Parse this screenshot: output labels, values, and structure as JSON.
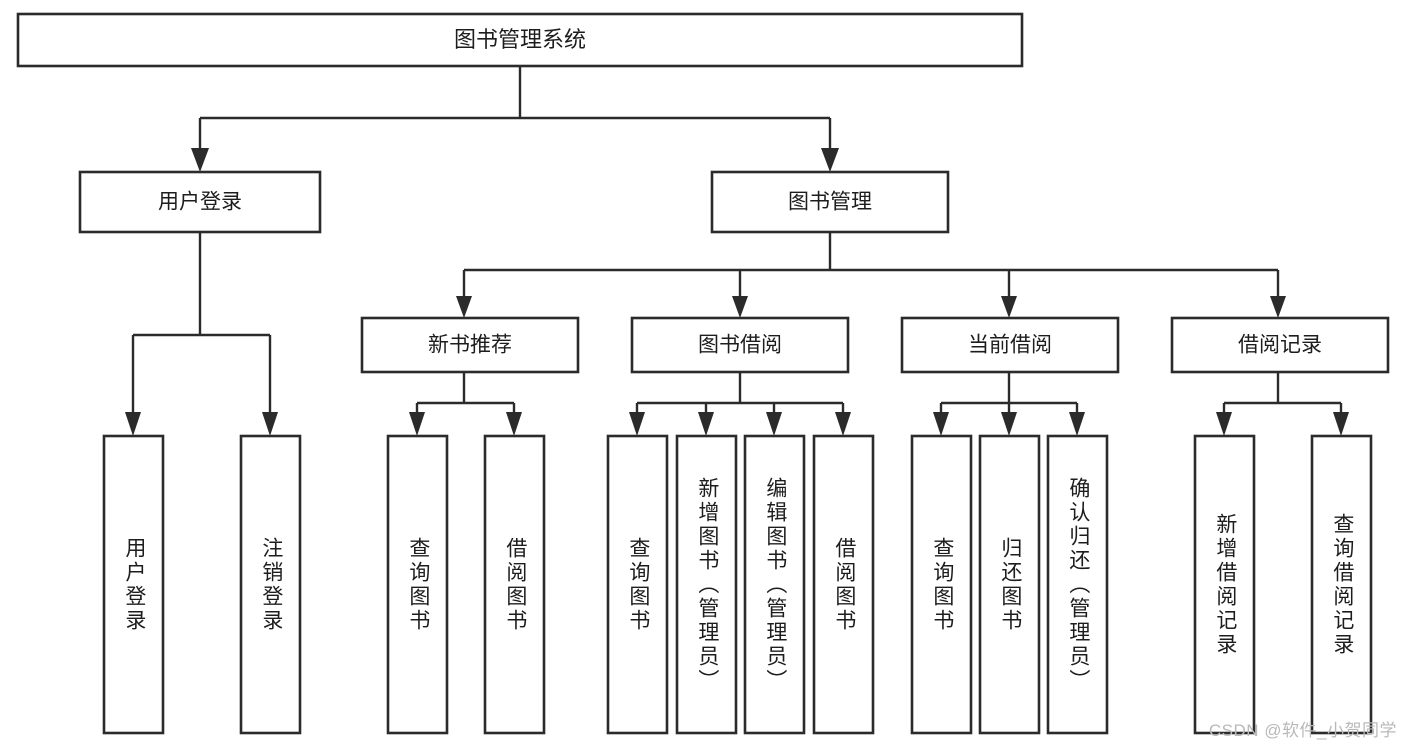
{
  "diagram": {
    "type": "tree-hierarchy",
    "title": "图书管理系统",
    "orientation": "top-down",
    "colors": {
      "box_stroke": "#2b2b2b",
      "box_fill": "#ffffff",
      "connector": "#2b2b2b",
      "text": "#1d1d1d",
      "background": "#ffffff",
      "watermark": "#b9b9b9"
    },
    "root": {
      "label": "图书管理系统"
    },
    "level2": [
      {
        "label": "用户登录"
      },
      {
        "label": "图书管理"
      }
    ],
    "level3": [
      {
        "label": "新书推荐"
      },
      {
        "label": "图书借阅"
      },
      {
        "label": "当前借阅"
      },
      {
        "label": "借阅记录"
      }
    ],
    "leaves": {
      "user_login": [
        {
          "label": "用户登录"
        },
        {
          "label": "注销登录"
        }
      ],
      "new_book_recommend": [
        {
          "label": "查询图书"
        },
        {
          "label": "借阅图书"
        }
      ],
      "book_borrow": [
        {
          "label": "查询图书"
        },
        {
          "label": "新增图书（管理员）"
        },
        {
          "label": "编辑图书（管理员）"
        },
        {
          "label": "借阅图书"
        }
      ],
      "current_borrow": [
        {
          "label": "查询图书"
        },
        {
          "label": "归还图书"
        },
        {
          "label": "确认归还（管理员）"
        }
      ],
      "borrow_record": [
        {
          "label": "新增借阅记录"
        },
        {
          "label": "查询借阅记录"
        }
      ]
    },
    "watermark": "CSDN @软件_小贺同学"
  }
}
